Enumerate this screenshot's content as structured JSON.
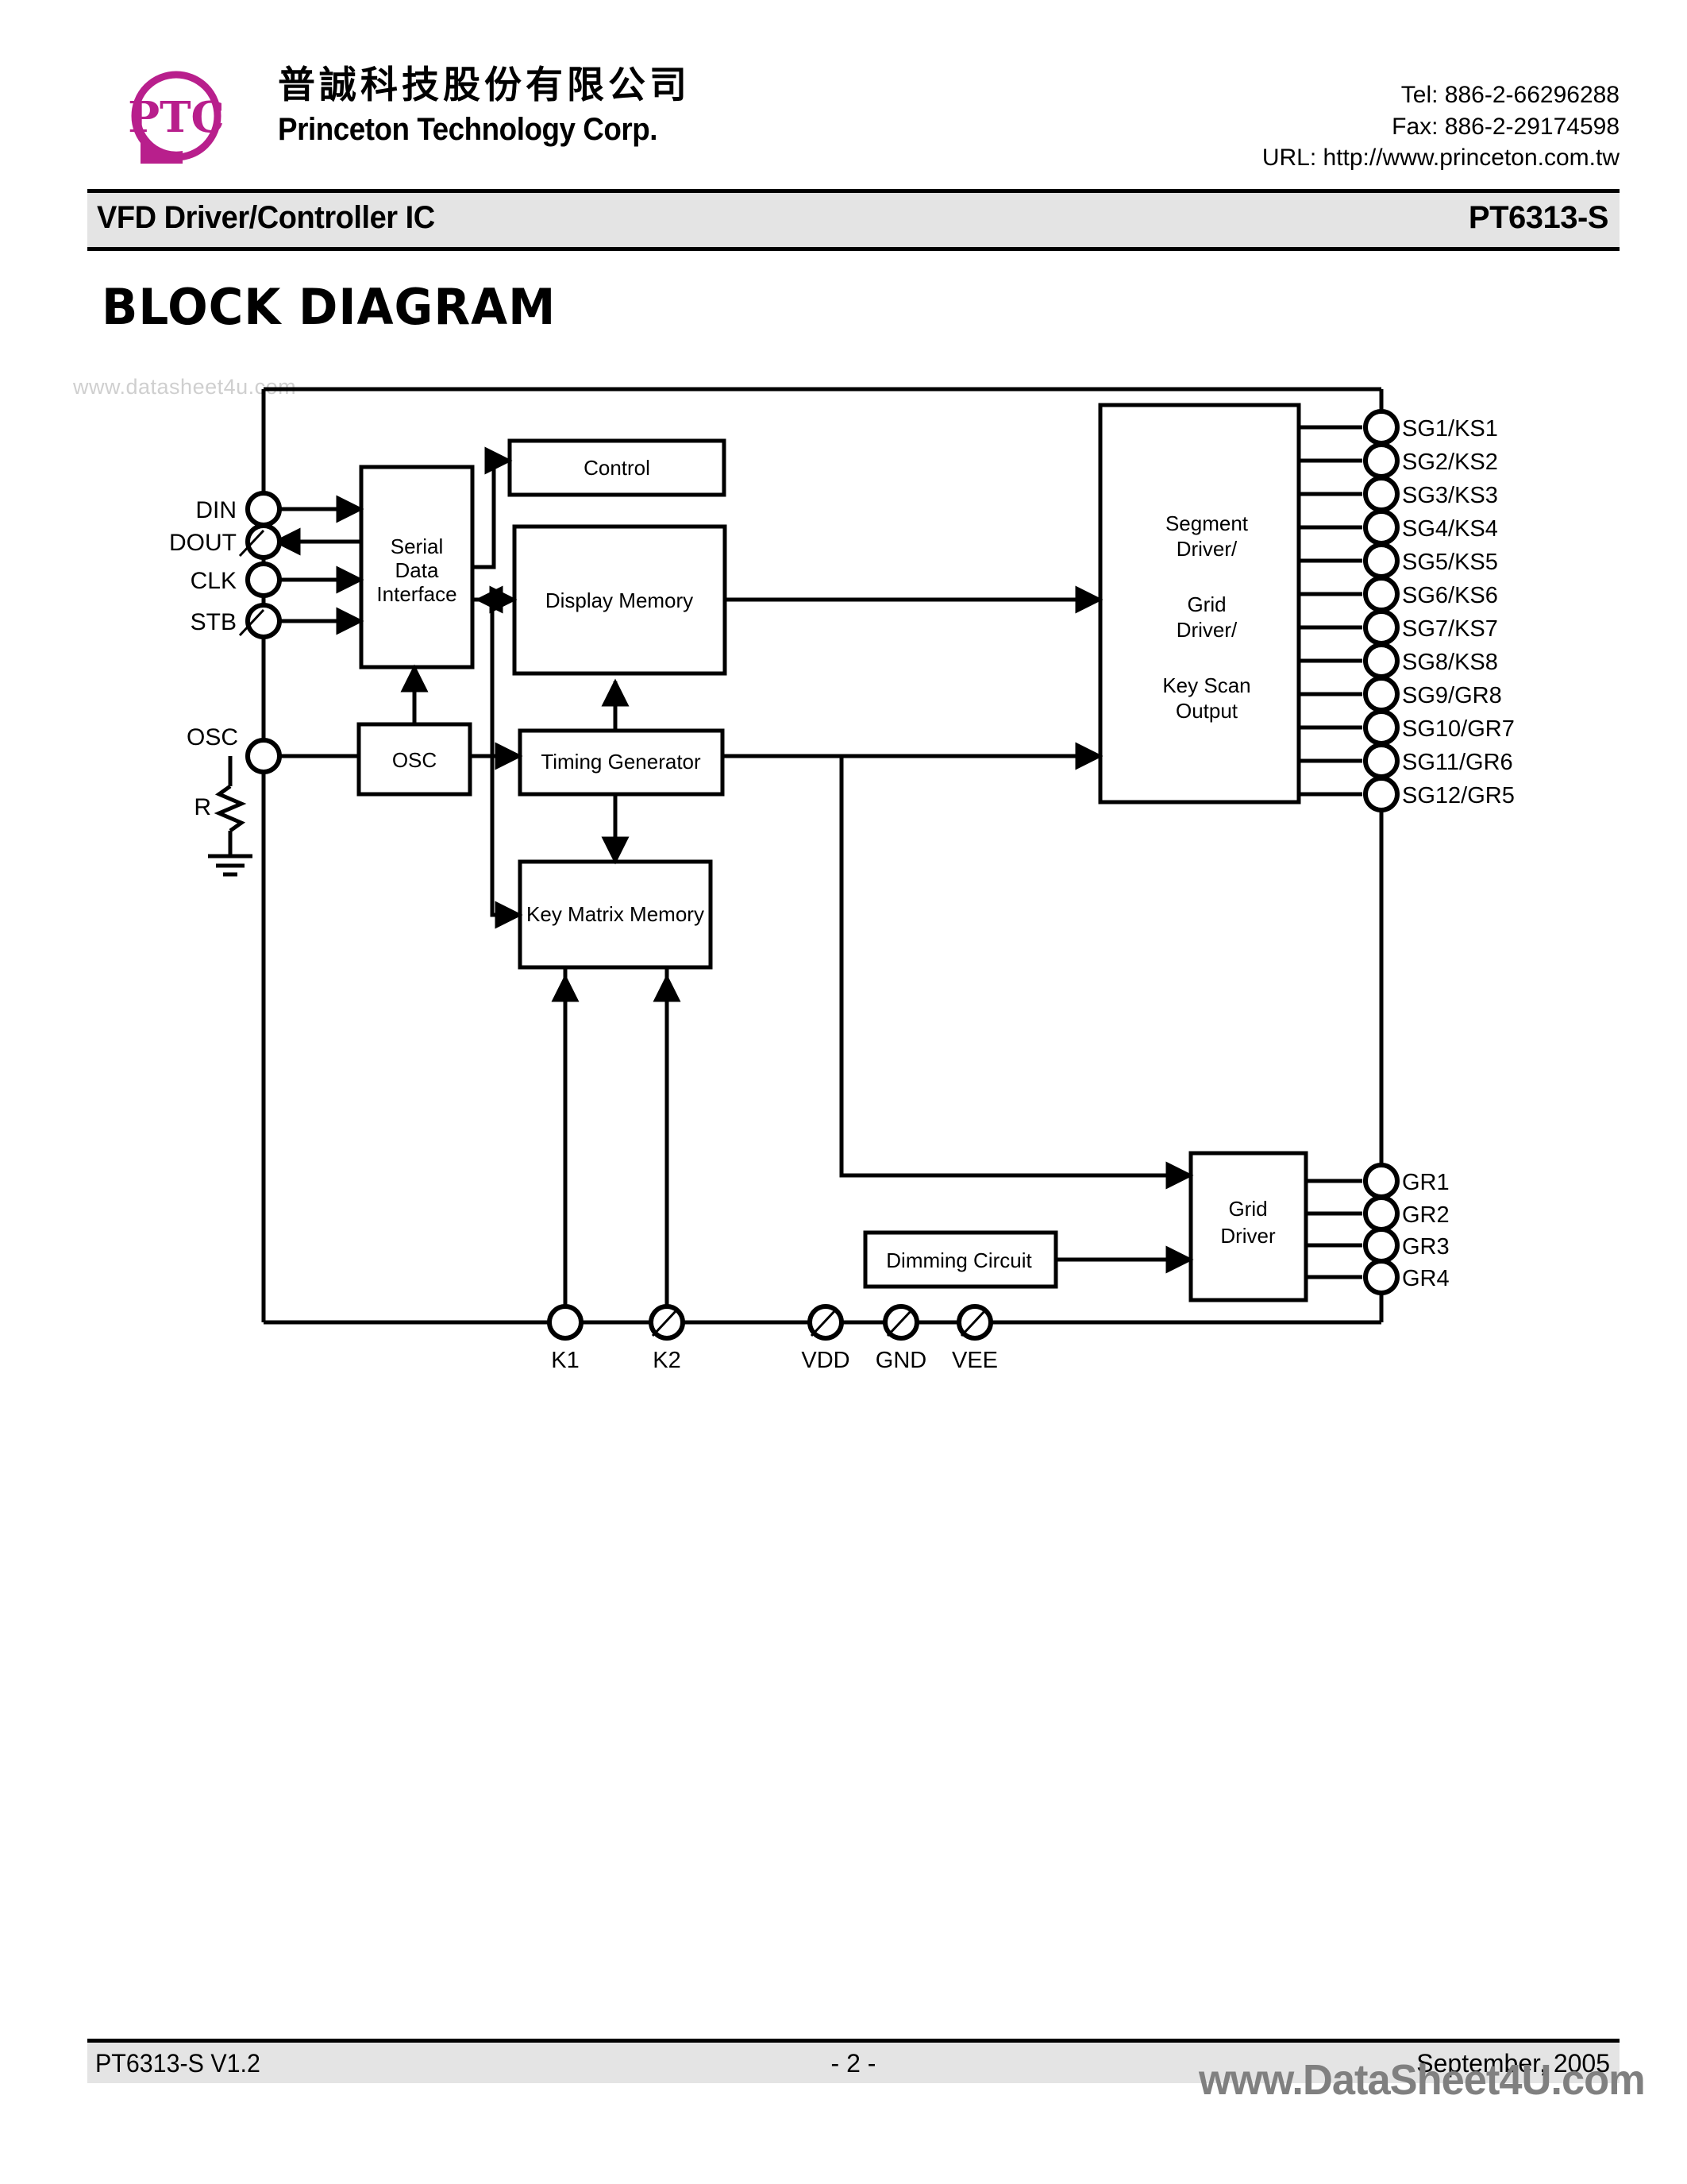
{
  "header": {
    "logo_color": "#b81f8c",
    "logo_text": "PTC",
    "company_cn": "普誠科技股份有限公司",
    "company_en": "Princeton Technology Corp.",
    "tel": "Tel: 886-2-66296288",
    "fax": "Fax: 886-2-29174598",
    "url": "URL: http://www.princeton.com.tw"
  },
  "title_bar": {
    "left": "VFD Driver/Controller IC",
    "right": "PT6313-S"
  },
  "section": {
    "heading": "BLOCK DIAGRAM"
  },
  "watermarks": {
    "top": "www.datasheet4u.com",
    "bottom": "www.DataSheet4U.com"
  },
  "diagram": {
    "blocks": {
      "serial_data_interface": [
        "Serial",
        "Data",
        "Interface"
      ],
      "control": "Control",
      "display_memory": "Display Memory",
      "osc": "OSC",
      "timing_generator": "Timing Generator",
      "key_matrix_memory": "Key Matrix Memory",
      "segment_driver": [
        "Segment",
        "Driver/",
        "Grid",
        "Driver/",
        "Key Scan",
        "Output"
      ],
      "dimming_circuit": "Dimming Circuit",
      "grid_driver": [
        "Grid",
        "Driver"
      ]
    },
    "left_pins": [
      "DIN",
      "DOUT",
      "CLK",
      "STB"
    ],
    "osc_pin": "OSC",
    "resistor_label": "R",
    "right_pins": [
      "SG1/KS1",
      "SG2/KS2",
      "SG3/KS3",
      "SG4/KS4",
      "SG5/KS5",
      "SG6/KS6",
      "SG7/KS7",
      "SG8/KS8",
      "SG9/GR8",
      "SG10/GR7",
      "SG11/GR6",
      "SG12/GR5"
    ],
    "grid_pins": [
      "GR1",
      "GR2",
      "GR3",
      "GR4"
    ],
    "bottom_pins": [
      "K1",
      "K2",
      "VDD",
      "GND",
      "VEE"
    ]
  },
  "footer": {
    "left": "PT6313-S V1.2",
    "center": "- 2 -",
    "right": "September, 2005"
  }
}
